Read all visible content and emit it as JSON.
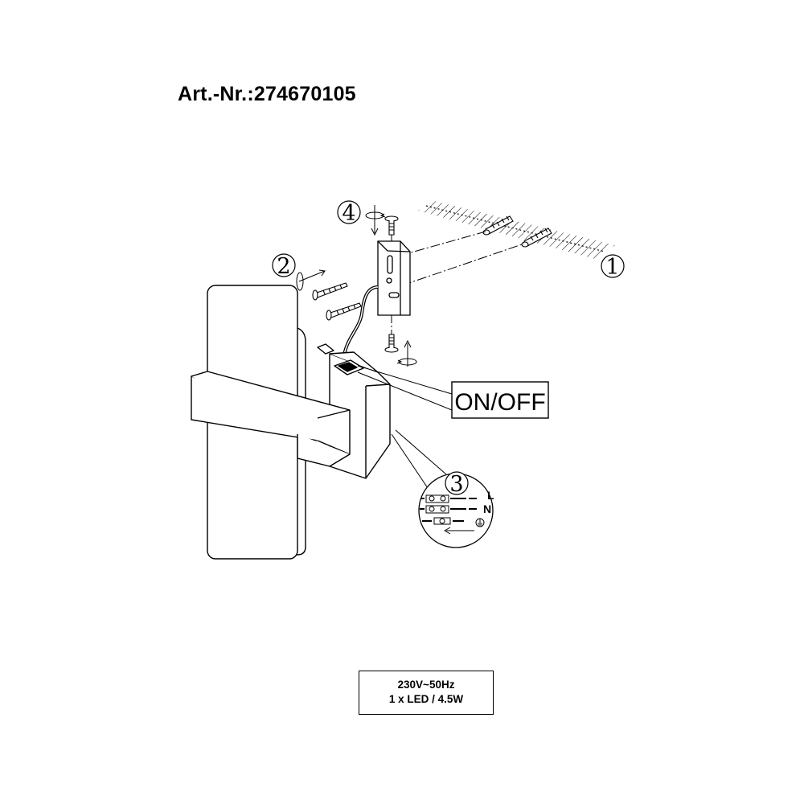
{
  "header": {
    "article_number": "Art.-Nr.:274670105"
  },
  "callouts": {
    "step1": "1",
    "step2": "2",
    "step3": "3",
    "step4": "4"
  },
  "switch_label": "ON/OFF",
  "wiring": {
    "live": "L",
    "neutral": "N"
  },
  "specs": {
    "voltage": "230V~50Hz",
    "lamp": "1 x LED / 4.5W"
  }
}
